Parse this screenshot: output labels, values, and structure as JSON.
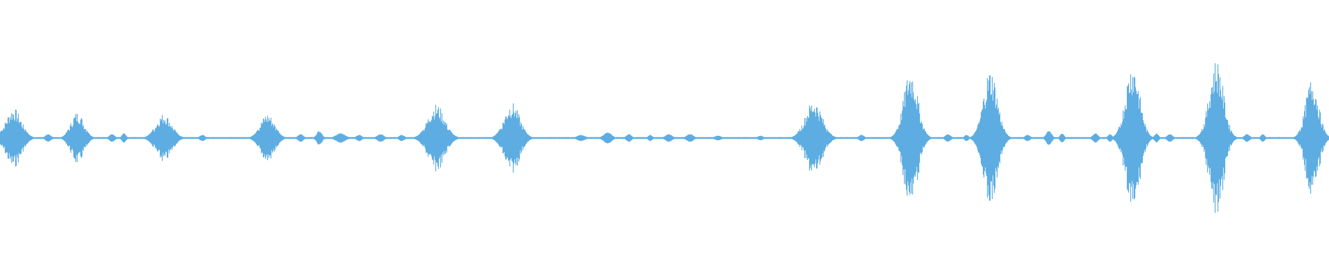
{
  "waveform": {
    "color": "#5dade2",
    "background": "#ffffff",
    "baseline_amplitude": 0.012,
    "bursts": [
      {
        "center": 0.01,
        "width": 0.012,
        "amplitude": 0.38
      },
      {
        "center": 0.058,
        "width": 0.01,
        "amplitude": 0.33
      },
      {
        "center": 0.123,
        "width": 0.012,
        "amplitude": 0.31
      },
      {
        "center": 0.201,
        "width": 0.011,
        "amplitude": 0.31
      },
      {
        "center": 0.328,
        "width": 0.013,
        "amplitude": 0.43
      },
      {
        "center": 0.385,
        "width": 0.012,
        "amplitude": 0.45
      },
      {
        "center": 0.612,
        "width": 0.013,
        "amplitude": 0.48
      },
      {
        "center": 0.685,
        "width": 0.011,
        "amplitude": 0.88
      },
      {
        "center": 0.745,
        "width": 0.011,
        "amplitude": 0.88
      },
      {
        "center": 0.852,
        "width": 0.011,
        "amplitude": 0.96
      },
      {
        "center": 0.915,
        "width": 0.011,
        "amplitude": 1.0
      },
      {
        "center": 0.987,
        "width": 0.01,
        "amplitude": 0.76
      }
    ],
    "blips": [
      {
        "center": 0.036,
        "width": 0.004,
        "amplitude": 0.05
      },
      {
        "center": 0.084,
        "width": 0.004,
        "amplitude": 0.05
      },
      {
        "center": 0.093,
        "width": 0.003,
        "amplitude": 0.06
      },
      {
        "center": 0.152,
        "width": 0.004,
        "amplitude": 0.04
      },
      {
        "center": 0.226,
        "width": 0.004,
        "amplitude": 0.05
      },
      {
        "center": 0.24,
        "width": 0.004,
        "amplitude": 0.09
      },
      {
        "center": 0.256,
        "width": 0.007,
        "amplitude": 0.06
      },
      {
        "center": 0.27,
        "width": 0.004,
        "amplitude": 0.04
      },
      {
        "center": 0.286,
        "width": 0.005,
        "amplitude": 0.05
      },
      {
        "center": 0.302,
        "width": 0.004,
        "amplitude": 0.04
      },
      {
        "center": 0.437,
        "width": 0.006,
        "amplitude": 0.04
      },
      {
        "center": 0.457,
        "width": 0.006,
        "amplitude": 0.07
      },
      {
        "center": 0.473,
        "width": 0.004,
        "amplitude": 0.05
      },
      {
        "center": 0.489,
        "width": 0.003,
        "amplitude": 0.04
      },
      {
        "center": 0.503,
        "width": 0.005,
        "amplitude": 0.05
      },
      {
        "center": 0.519,
        "width": 0.005,
        "amplitude": 0.05
      },
      {
        "center": 0.54,
        "width": 0.005,
        "amplitude": 0.03
      },
      {
        "center": 0.572,
        "width": 0.004,
        "amplitude": 0.03
      },
      {
        "center": 0.648,
        "width": 0.004,
        "amplitude": 0.04
      },
      {
        "center": 0.713,
        "width": 0.004,
        "amplitude": 0.05
      },
      {
        "center": 0.727,
        "width": 0.003,
        "amplitude": 0.04
      },
      {
        "center": 0.773,
        "width": 0.004,
        "amplitude": 0.04
      },
      {
        "center": 0.789,
        "width": 0.004,
        "amplitude": 0.09
      },
      {
        "center": 0.799,
        "width": 0.003,
        "amplitude": 0.06
      },
      {
        "center": 0.824,
        "width": 0.004,
        "amplitude": 0.06
      },
      {
        "center": 0.835,
        "width": 0.003,
        "amplitude": 0.05
      },
      {
        "center": 0.87,
        "width": 0.003,
        "amplitude": 0.06
      },
      {
        "center": 0.88,
        "width": 0.004,
        "amplitude": 0.05
      },
      {
        "center": 0.938,
        "width": 0.004,
        "amplitude": 0.05
      },
      {
        "center": 0.95,
        "width": 0.003,
        "amplitude": 0.05
      }
    ]
  }
}
